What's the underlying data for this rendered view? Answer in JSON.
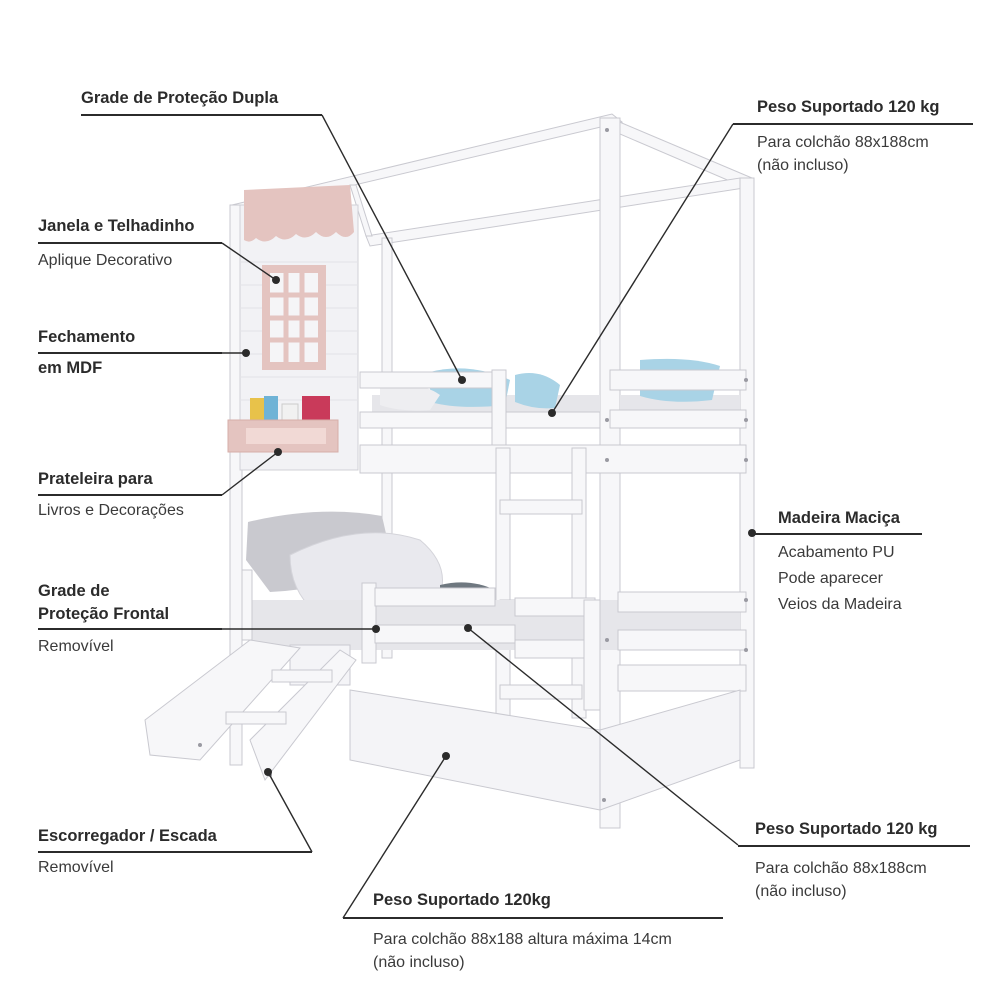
{
  "callouts": {
    "grade_dupla": {
      "title": "Grade de Proteção Dupla"
    },
    "janela": {
      "title": "Janela e Telhadinho",
      "sub": "Aplique Decorativo"
    },
    "fechamento": {
      "title_line1": "Fechamento",
      "title_line2": "em MDF"
    },
    "prateleira": {
      "title": "Prateleira para",
      "sub": "Livros e Decorações"
    },
    "grade_frontal": {
      "title_line1": "Grade de",
      "title_line2": "Proteção Frontal",
      "sub": "Removível"
    },
    "escorregador": {
      "title": "Escorregador / Escada",
      "sub": "Removível"
    },
    "peso_topo": {
      "title": "Peso Suportado 120 kg",
      "sub_line1": "Para colchão 88x188cm",
      "sub_line2": "(não incluso)"
    },
    "madeira": {
      "title": "Madeira Maciça",
      "sub_line1": "Acabamento PU",
      "sub_line2": "Pode aparecer",
      "sub_line3": "Veios da Madeira"
    },
    "peso_meio": {
      "title": "Peso Suportado 120 kg",
      "sub_line1": "Para colchão 88x188cm",
      "sub_line2": "(não incluso)"
    },
    "peso_gaveta": {
      "title": "Peso Suportado 120kg",
      "sub_line1": "Para colchão 88x188 altura máxima 14cm",
      "sub_line2": "(não incluso)"
    }
  },
  "colors": {
    "frame": "#f7f7f9",
    "frame_edge": "#c9c9d0",
    "pink": "#e4c4c0",
    "mattress": "#e6e6ea",
    "pillow_blue": "#a9d3e6",
    "pillow_grey": "#c9c9cf",
    "text": "#2b2b2b"
  }
}
